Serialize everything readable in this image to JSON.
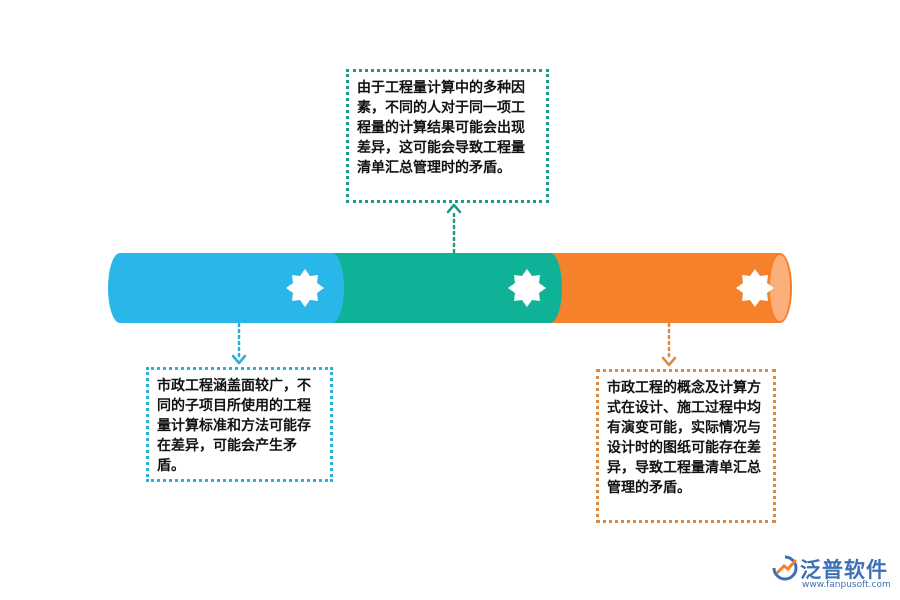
{
  "segments": [
    {
      "name": "segment-1",
      "color": "#29b6e8",
      "icon": "gear-icon"
    },
    {
      "name": "segment-2",
      "color": "#0fb296",
      "icon": "gear-icon"
    },
    {
      "name": "segment-3",
      "color": "#f5812b",
      "icon": "gear-icon"
    }
  ],
  "callouts": {
    "top": "由于工程量计算中的多种因素，不同的人对于同一项工程量的计算结果可能会出现差异，这可能会导致工程量清单汇总管理时的矛盾。",
    "left": "市政工程涵盖面较广，不同的子项目所使用的工程量计算标准和方法可能存在差异，可能会产生矛盾。",
    "right": "市政工程的概念及计算方式在设计、施工过程中均有演变可能，实际情况与设计时的图纸可能存在差异，导致工程量清单汇总管理的矛盾。"
  },
  "logo": {
    "name": "泛普软件",
    "url": "www.fanpusoft.com"
  }
}
